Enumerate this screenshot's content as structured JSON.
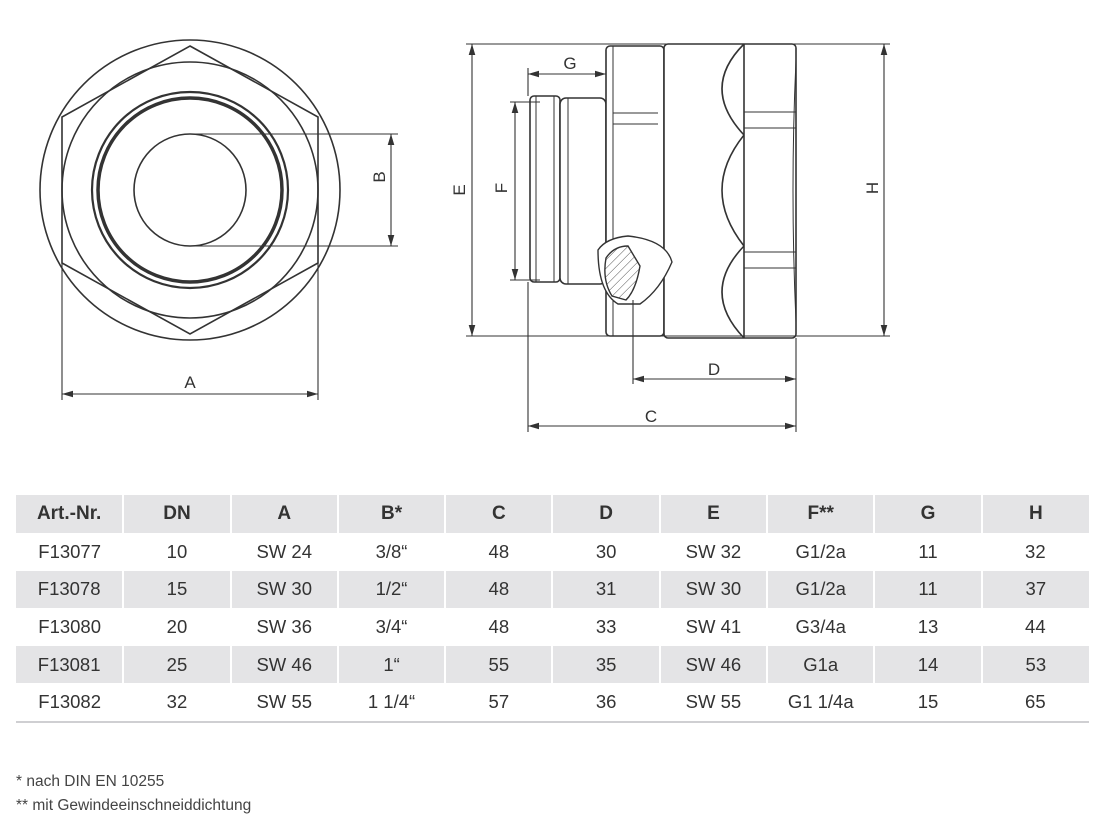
{
  "dimension_labels": {
    "front_a": "A",
    "front_b": "B",
    "side_g": "G",
    "side_e": "E",
    "side_f": "F",
    "side_h": "H",
    "side_d": "D",
    "side_c": "C"
  },
  "table": {
    "headers": [
      "Art.-Nr.",
      "DN",
      "A",
      "B*",
      "C",
      "D",
      "E",
      "F**",
      "G",
      "H"
    ],
    "rows": [
      [
        "F13077",
        "10",
        "SW 24",
        "3/8“",
        "48",
        "30",
        "SW 32",
        "G1/2a",
        "11",
        "32"
      ],
      [
        "F13078",
        "15",
        "SW 30",
        "1/2“",
        "48",
        "31",
        "SW 30",
        "G1/2a",
        "11",
        "37"
      ],
      [
        "F13080",
        "20",
        "SW 36",
        "3/4“",
        "48",
        "33",
        "SW 41",
        "G3/4a",
        "13",
        "44"
      ],
      [
        "F13081",
        "25",
        "SW 46",
        "1“",
        "55",
        "35",
        "SW 46",
        "G1a",
        "14",
        "53"
      ],
      [
        "F13082",
        "32",
        "SW 55",
        "1 1/4“",
        "57",
        "36",
        "SW 55",
        "G1 1/4a",
        "15",
        "65"
      ]
    ]
  },
  "footnotes": [
    "* nach DIN EN 10255",
    "** mit Gewindeeinschneiddichtung"
  ]
}
